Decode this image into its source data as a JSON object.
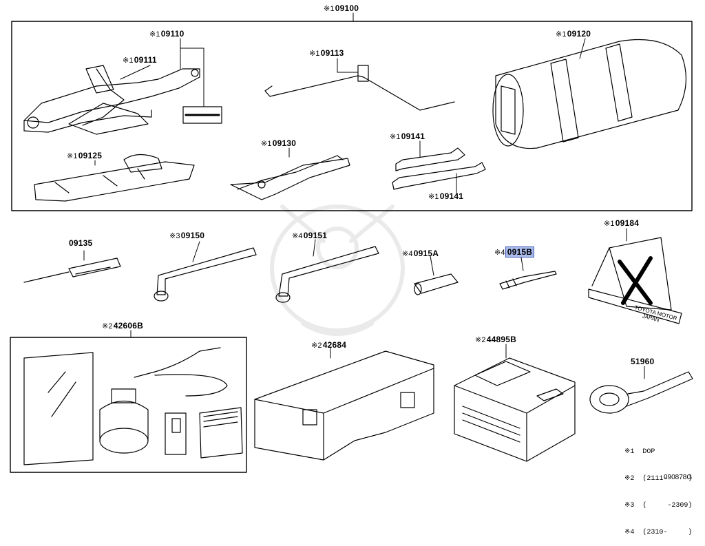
{
  "callouts": [
    {
      "id": "p09100",
      "mark": "※1",
      "part": "09100",
      "highlight": false
    },
    {
      "id": "p09110",
      "mark": "※1",
      "part": "09110",
      "highlight": false
    },
    {
      "id": "p09111",
      "mark": "※1",
      "part": "09111",
      "highlight": false
    },
    {
      "id": "p09113",
      "mark": "※1",
      "part": "09113",
      "highlight": false
    },
    {
      "id": "p09120",
      "mark": "※1",
      "part": "09120",
      "highlight": false
    },
    {
      "id": "p09125",
      "mark": "※1",
      "part": "09125",
      "highlight": false
    },
    {
      "id": "p09130",
      "mark": "※1",
      "part": "09130",
      "highlight": false
    },
    {
      "id": "p09141a",
      "mark": "※1",
      "part": "09141",
      "highlight": false
    },
    {
      "id": "p09141b",
      "mark": "※1",
      "part": "09141",
      "highlight": false
    },
    {
      "id": "p09135",
      "mark": "",
      "part": "09135",
      "highlight": false
    },
    {
      "id": "p09150",
      "mark": "※3",
      "part": "09150",
      "highlight": false
    },
    {
      "id": "p09151",
      "mark": "※4",
      "part": "09151",
      "highlight": false
    },
    {
      "id": "p0915A",
      "mark": "※4",
      "part": "0915A",
      "highlight": false
    },
    {
      "id": "p0915B",
      "mark": "※4",
      "part": "0915B",
      "highlight": true
    },
    {
      "id": "p09184",
      "mark": "※1",
      "part": "09184",
      "highlight": false
    },
    {
      "id": "p42606B",
      "mark": "※2",
      "part": "42606B",
      "highlight": false
    },
    {
      "id": "p42684",
      "mark": "※2",
      "part": "42684",
      "highlight": false
    },
    {
      "id": "p44895B",
      "mark": "※2",
      "part": "44895B",
      "highlight": false
    },
    {
      "id": "p51960",
      "mark": "",
      "part": "51960",
      "highlight": false
    }
  ],
  "legend": [
    "※1  DOP",
    "※2  (2111-     )",
    "※3  (     -2309)",
    "※4  (2310-     )"
  ],
  "triangle_text": [
    "TOYOTA MOTOR",
    "JAPAN"
  ],
  "diagram_code": "090878G",
  "colors": {
    "highlight": "#a9b9ea",
    "line": "#000000"
  }
}
